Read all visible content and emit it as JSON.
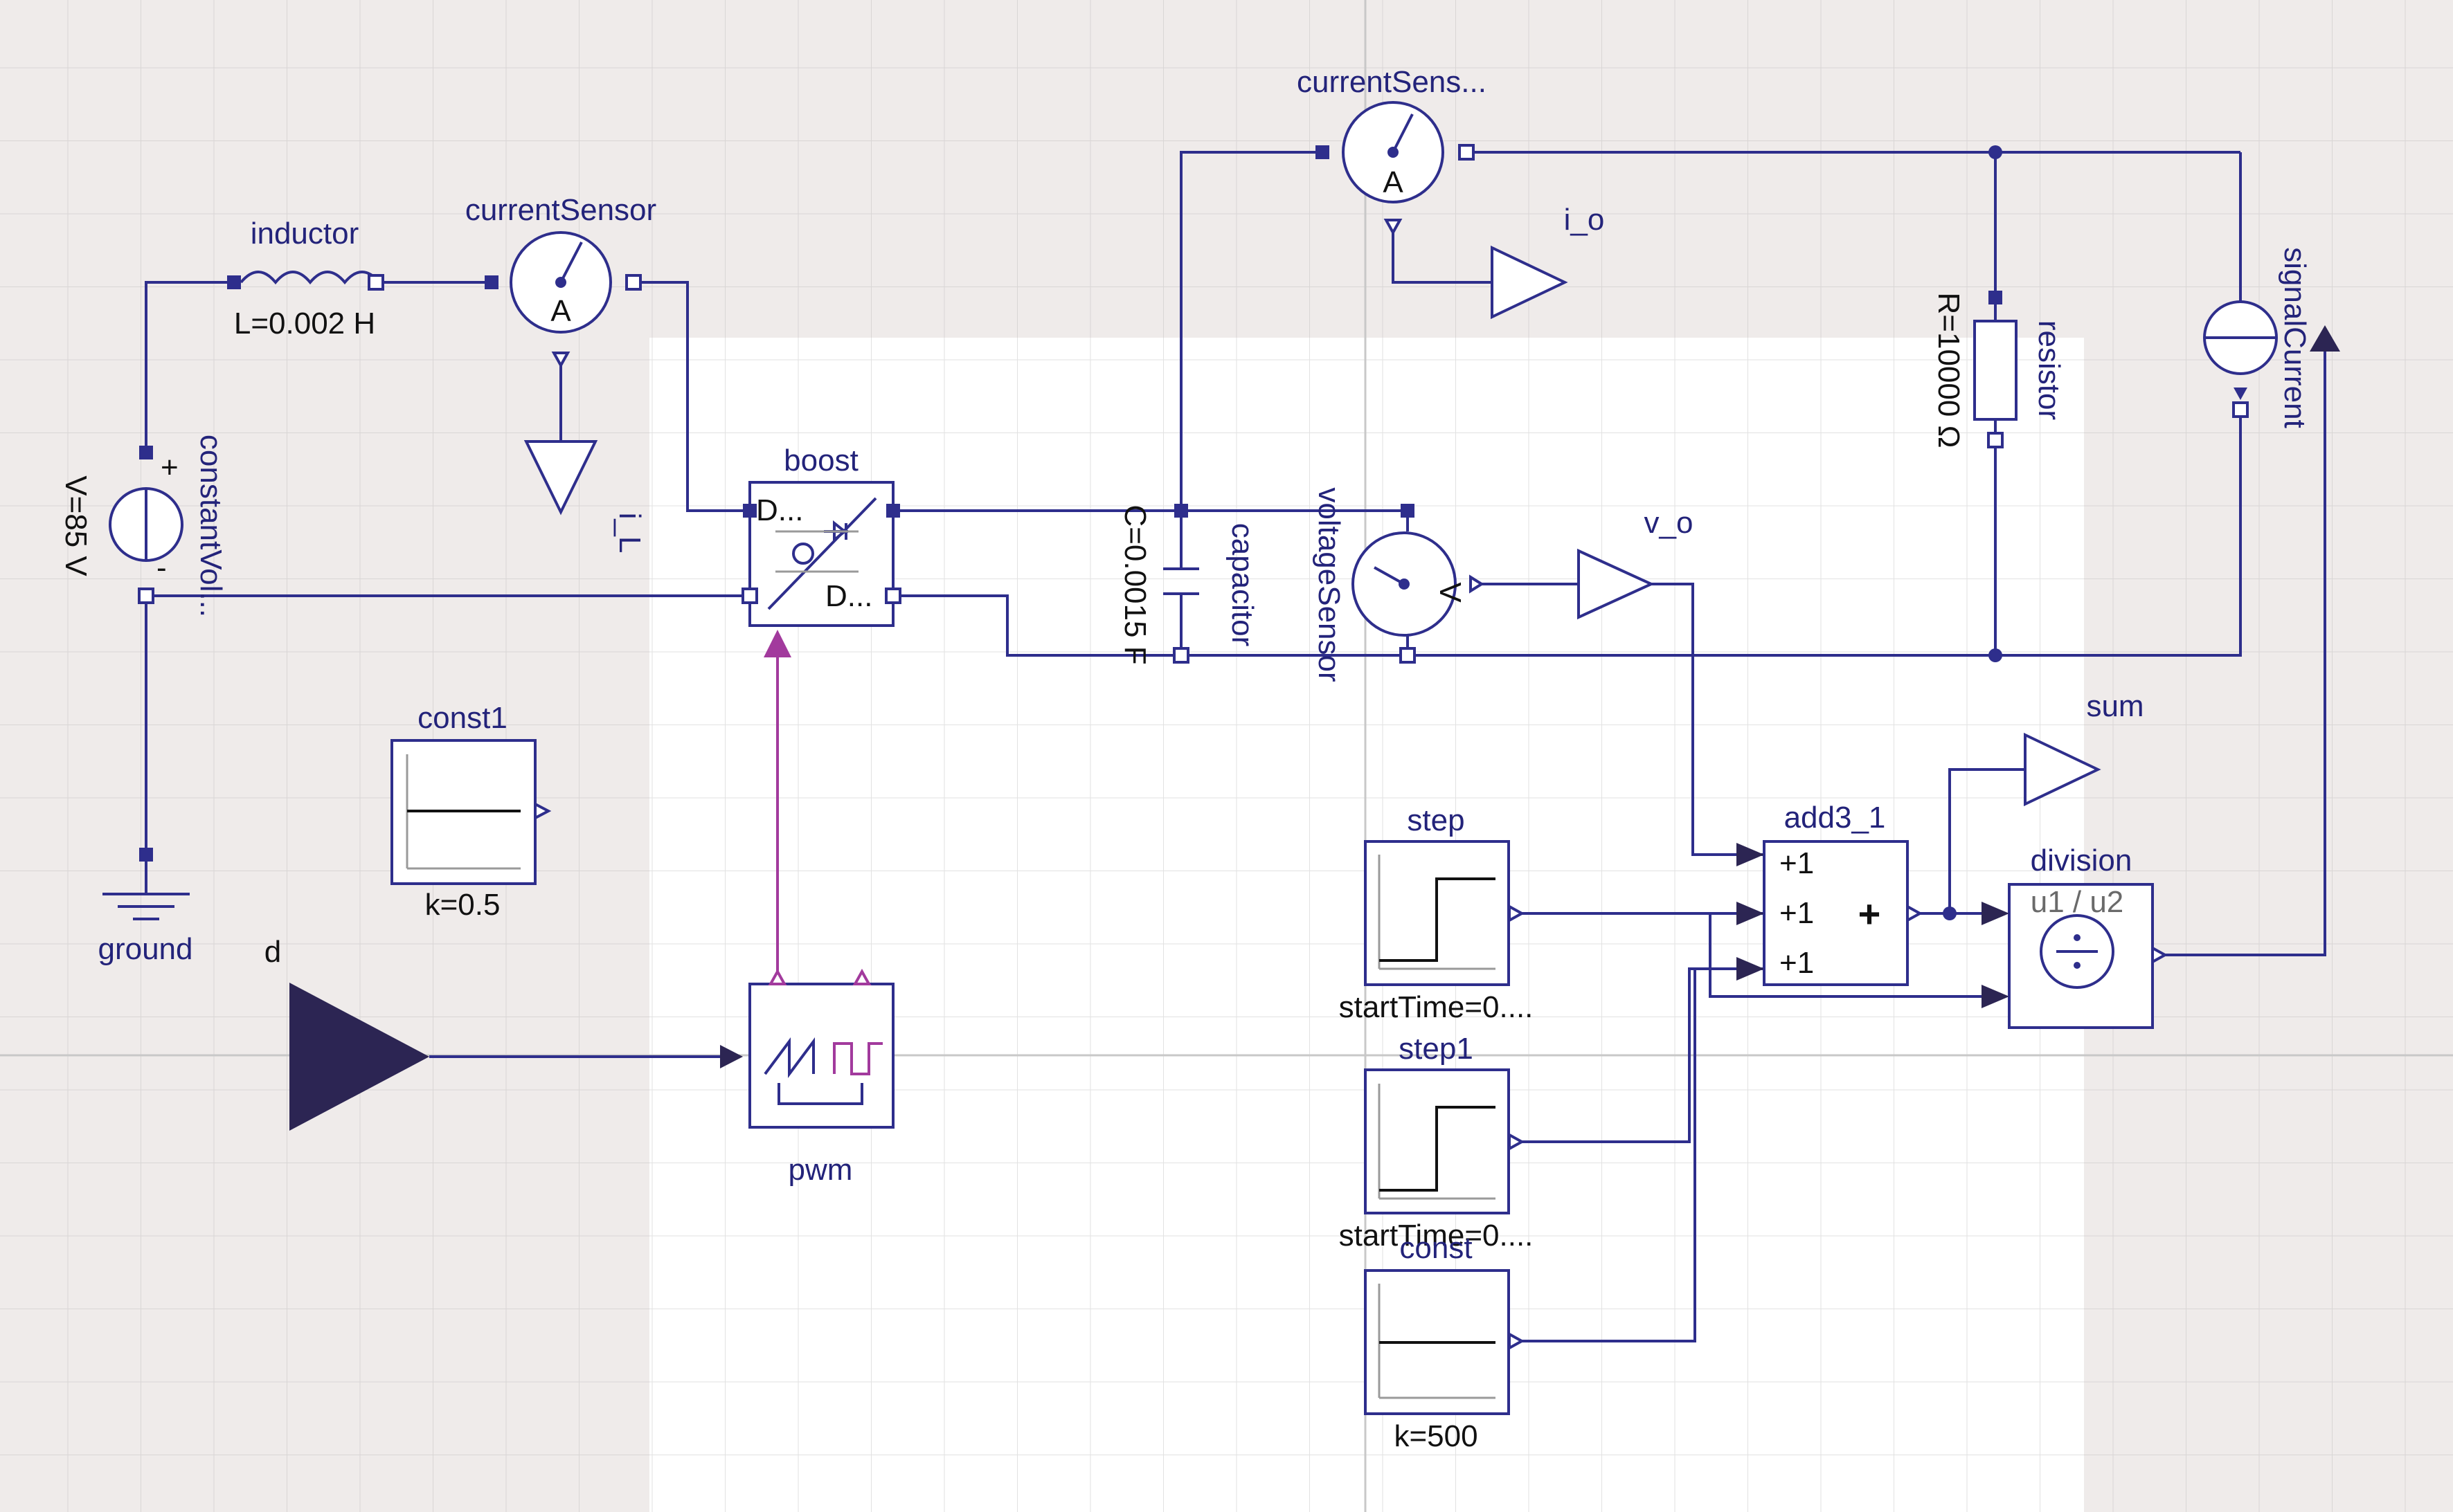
{
  "components": {
    "inductor": {
      "name": "inductor",
      "param": "L=0.002 H"
    },
    "current_sensor": {
      "name": "currentSensor",
      "glyph": "A"
    },
    "current_sensor_2": {
      "name": "currentSens...",
      "glyph": "A"
    },
    "constant_voltage": {
      "name": "constantVol...",
      "param": "V=85 V",
      "plus": "+",
      "minus": "-"
    },
    "ground": {
      "name": "ground"
    },
    "boost": {
      "name": "boost",
      "port_top": "D...",
      "port_bottom": "D..."
    },
    "capacitor": {
      "name": "capacitor",
      "param": "C=0.0015 F"
    },
    "voltage_sensor": {
      "name": "voltageSensor",
      "glyph": "V"
    },
    "resistor": {
      "name": "resistor",
      "param": "R=10000 Ω"
    },
    "signal_current": {
      "name": "signalCurrent"
    },
    "const1": {
      "name": "const1",
      "param": "k=0.5"
    },
    "pwm": {
      "name": "pwm"
    },
    "step": {
      "name": "step",
      "param": "startTime=0...."
    },
    "step1": {
      "name": "step1",
      "param": "startTime=0...."
    },
    "const": {
      "name": "const",
      "param": "k=500"
    },
    "add3": {
      "name": "add3_1",
      "in1": "+1",
      "in2": "+1",
      "in3": "+1",
      "op": "+"
    },
    "division": {
      "name": "division",
      "expr": "u1 / u2"
    }
  },
  "signals": {
    "i_L": "i_L",
    "i_o": "i_o",
    "v_o": "v_o",
    "sum": "sum",
    "d": "d"
  },
  "colors": {
    "background_outer": "#efebea",
    "background_inner": "#ffffff",
    "wire": "#2e2e8c",
    "pwm_wire": "#a23a9d",
    "label": "#23237a",
    "param_text": "#111111"
  }
}
